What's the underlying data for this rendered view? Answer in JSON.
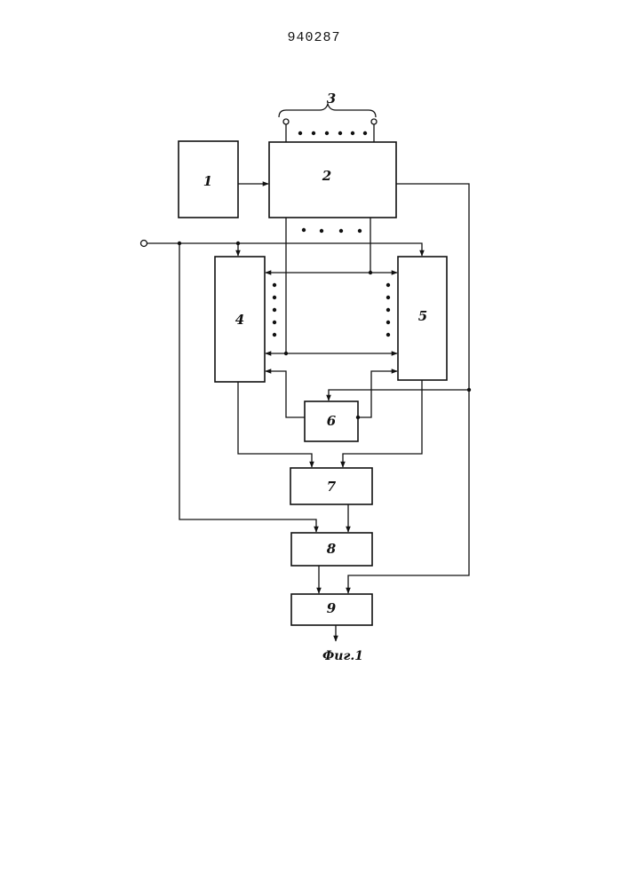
{
  "document": {
    "patent_number": "940287",
    "figure_caption": "Фиг.1"
  },
  "blocks": {
    "b1": "1",
    "b2": "2",
    "b3": "3",
    "b4": "4",
    "b5": "5",
    "b6": "6",
    "b7": "7",
    "b8": "8",
    "b9": "9"
  }
}
